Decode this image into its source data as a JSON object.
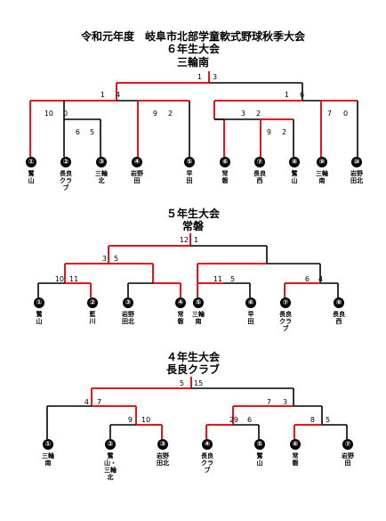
{
  "header": {
    "title": "令和元年度　岐阜市北部学童軟式野球秋季大会",
    "t6": "６年生大会",
    "w6": "三輪南",
    "t5": "５年生大会",
    "w5": "常磐",
    "t4": "４年生大会",
    "w4": "長良クラブ"
  },
  "colors": {
    "win": "#e8141b",
    "line": "#000000"
  },
  "b6": {
    "teams": [
      {
        "no": "①",
        "name": "鷺　山"
      },
      {
        "no": "②",
        "name": "長良クラブ"
      },
      {
        "no": "③",
        "name": "三輪北"
      },
      {
        "no": "④",
        "name": "岩野田"
      },
      {
        "no": "⑤",
        "name": "早　田"
      },
      {
        "no": "⑥",
        "name": "常　磐"
      },
      {
        "no": "⑦",
        "name": "長良西"
      },
      {
        "no": "⑧",
        "name": "鷺　山"
      },
      {
        "no": "⑨",
        "name": "三輪南"
      },
      {
        "no": "⑩",
        "name": "岩野田北"
      }
    ],
    "scores": [
      "1",
      "3",
      "1",
      "4",
      "1",
      "6",
      "10",
      "0",
      "9",
      "2",
      "3",
      "2",
      "7",
      "0",
      "6",
      "5",
      "9",
      "2"
    ]
  },
  "b5": {
    "teams": [
      {
        "no": "①",
        "name": "鷺　山"
      },
      {
        "no": "②",
        "name": "藍　川"
      },
      {
        "no": "③",
        "name": "岩野田北"
      },
      {
        "no": "④",
        "name": "常　磐"
      },
      {
        "no": "⑤",
        "name": "三輪南"
      },
      {
        "no": "⑥",
        "name": "早　田"
      },
      {
        "no": "⑦",
        "name": "長良クラブ"
      },
      {
        "no": "⑧",
        "name": "長良西"
      }
    ],
    "scores": [
      "12",
      "1",
      "3",
      "5",
      "11",
      "5",
      "6",
      "4",
      "10",
      "11"
    ]
  },
  "b4": {
    "teams": [
      {
        "no": "①",
        "name": "三輪南"
      },
      {
        "no": "②",
        "name": "鷺山・三輪北"
      },
      {
        "no": "③",
        "name": "岩野田北"
      },
      {
        "no": "④",
        "name": "長良クラブ"
      },
      {
        "no": "⑤",
        "name": "鷺　山"
      },
      {
        "no": "⑥",
        "name": "常　磐"
      },
      {
        "no": "⑦",
        "name": "岩野田"
      }
    ],
    "scores": [
      "5",
      "15",
      "4",
      "7",
      "7",
      "3",
      "9",
      "10",
      "29",
      "6",
      "8",
      "5"
    ]
  }
}
